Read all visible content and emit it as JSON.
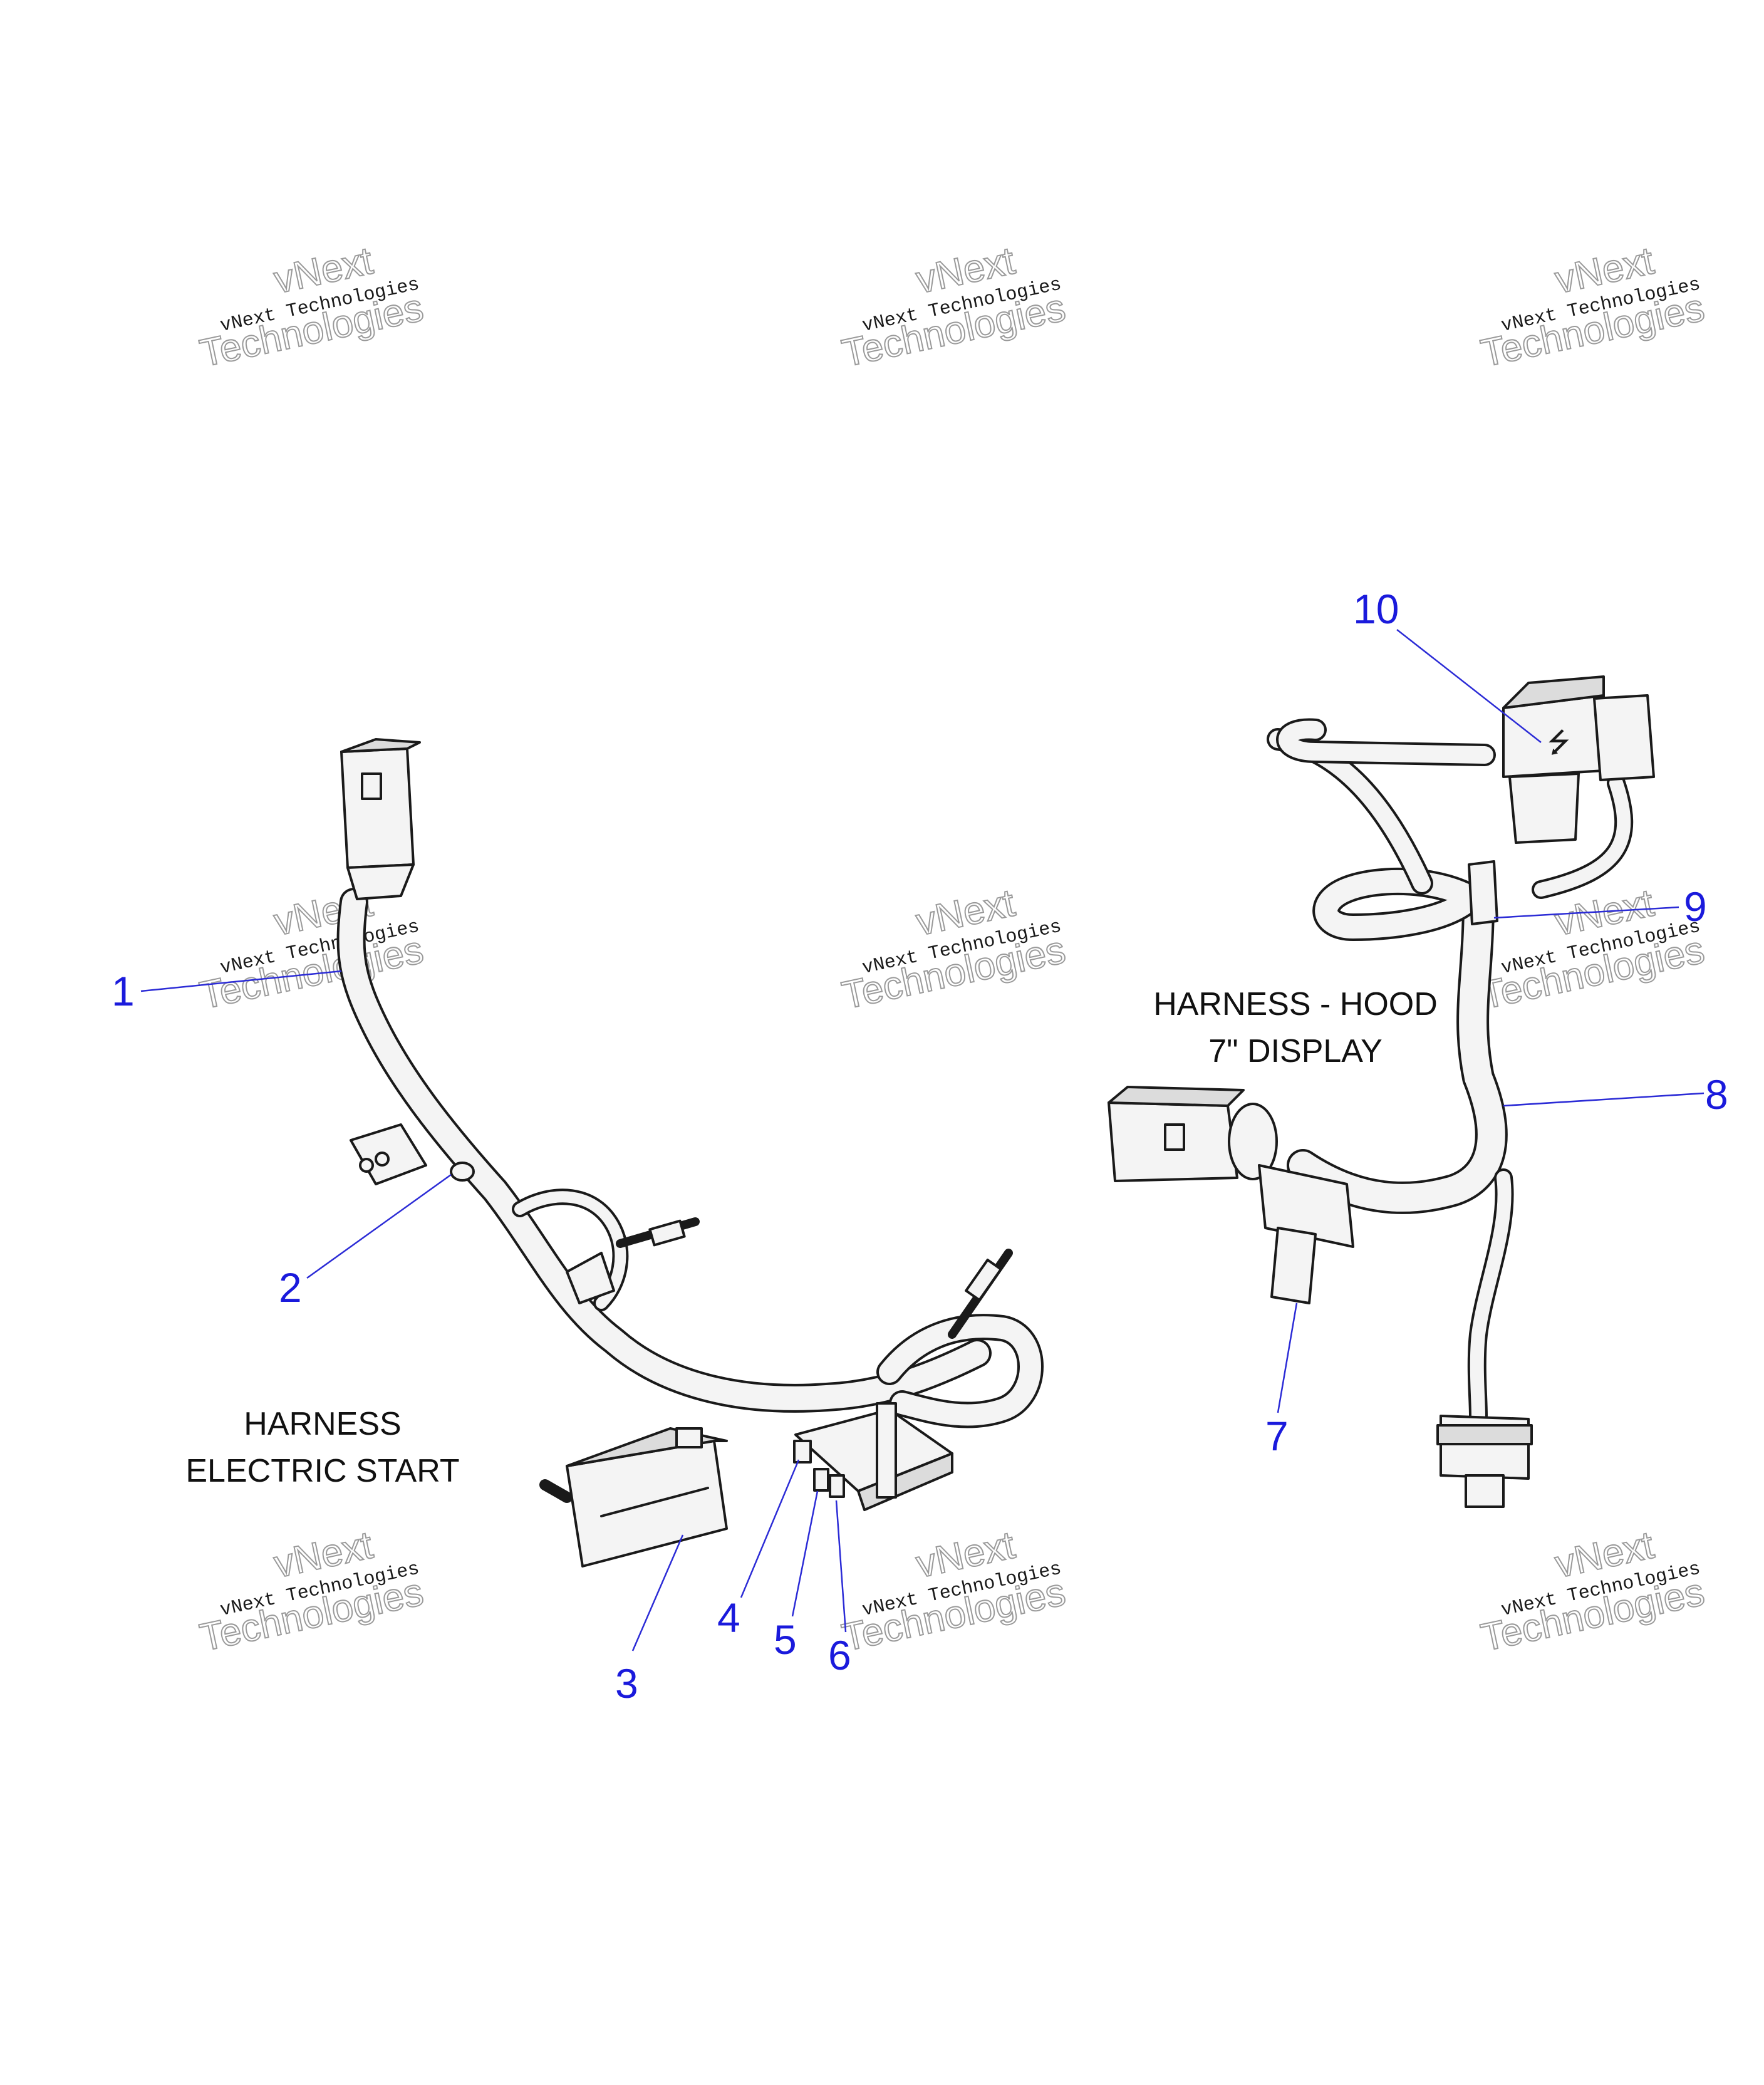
{
  "captions": {
    "electric_start_line1": "HARNESS",
    "electric_start_line2": "ELECTRIC START",
    "hood_line1": "HARNESS - HOOD",
    "hood_line2": "7\" DISPLAY"
  },
  "callouts": [
    "1",
    "2",
    "3",
    "4",
    "5",
    "6",
    "7",
    "8",
    "9",
    "10"
  ],
  "watermark": {
    "line1": "vNext",
    "line2": "vNext Technologies",
    "line3": "Technologies"
  },
  "colors": {
    "callout": "#1a1adc",
    "leader": "#2b2bd6",
    "linework": "#1a1a1a",
    "part_fill": "#f4f4f4"
  }
}
